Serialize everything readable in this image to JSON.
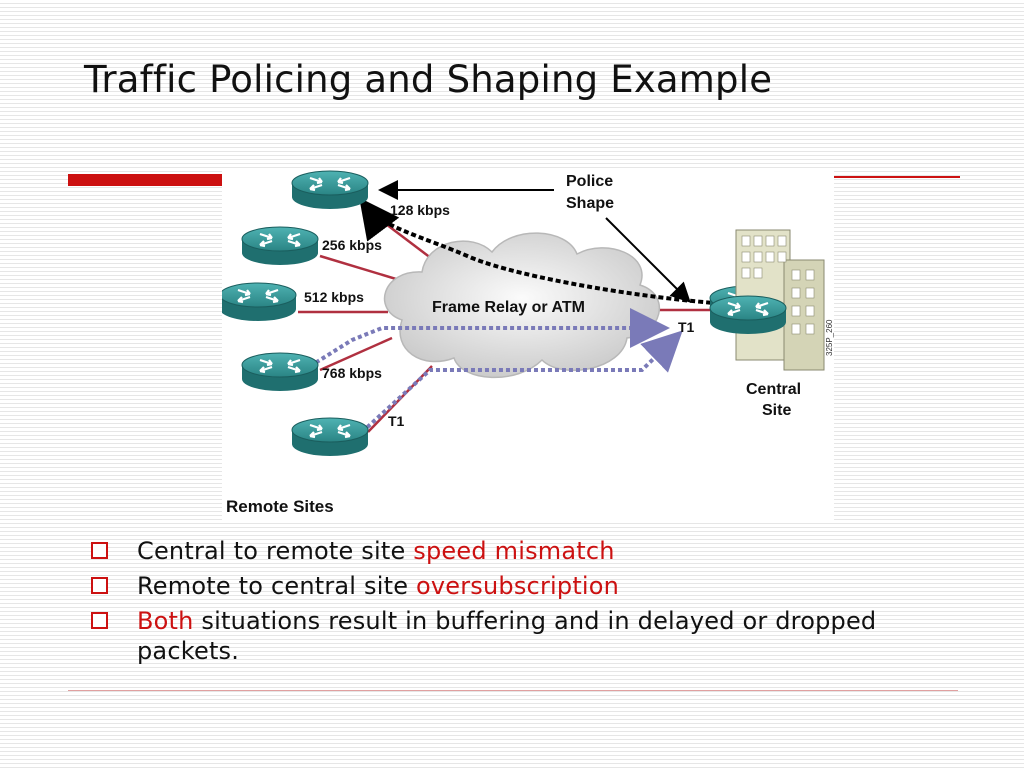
{
  "slide": {
    "title": "Traffic Policing and Shaping Example",
    "accent_color": "#cc1111"
  },
  "diagram": {
    "legend_line1": "Police",
    "legend_line2": "Shape",
    "cloud_label": "Frame Relay or ATM",
    "remote_sites_label": "Remote Sites",
    "central_site_line1": "Central",
    "central_site_line2": "Site",
    "watermark": "325P_260",
    "links": [
      {
        "label": "128 kbps"
      },
      {
        "label": "256 kbps"
      },
      {
        "label": "512 kbps"
      },
      {
        "label": "768 kbps"
      },
      {
        "label": "T1"
      }
    ],
    "central_link_label": "T1",
    "router_icon": "router-icon",
    "building_icon": "building-icon",
    "cloud_icon": "cloud-icon",
    "colors": {
      "router": "#2e8f8f",
      "link": "#b03040",
      "police_arrow": "#000000",
      "shape_arrow": "#7a7ab8"
    }
  },
  "bullets": [
    {
      "text": "Central to remote site ",
      "highlight": "speed mismatch",
      "after": ""
    },
    {
      "text": "Remote to central site ",
      "highlight": "oversubscription",
      "after": ""
    },
    {
      "text": "",
      "highlight": "Both",
      "after": " situations result in buffering and in delayed or dropped packets."
    }
  ]
}
